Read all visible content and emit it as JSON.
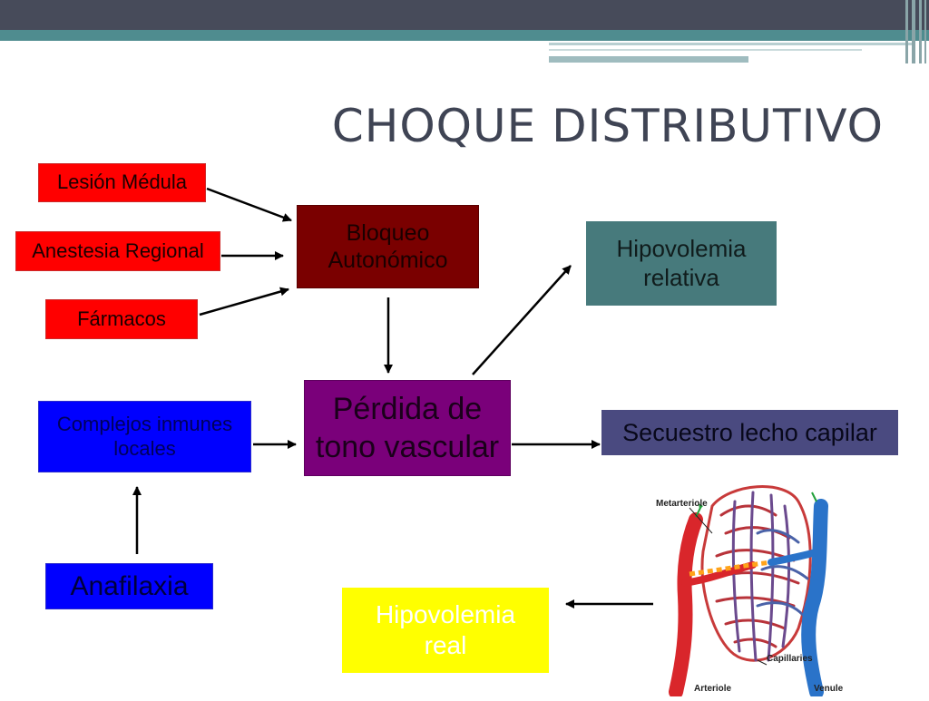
{
  "slide": {
    "title": "CHOQUE DISTRIBUTIVO"
  },
  "nodes": {
    "lesion_medula": "Lesión Médula",
    "anestesia_regional": "Anestesia Regional",
    "farmacos": "Fármacos",
    "bloqueo_autonomico": "Bloqueo\nAutonómico",
    "perdida_tono": "Pérdida de\ntono vascular",
    "hipovolemia_relativa": "Hipovolemia\nrelativa",
    "secuestro": "Secuestro lecho capilar",
    "complejos": "Complejos inmunes\nlocales",
    "anafilaxia": "Anafilaxia",
    "hipovolemia_real": "Hipovolemia\nreal"
  },
  "illustration": {
    "labels": {
      "metarteriole": "Metarteriole",
      "capillaries": "Capillaries",
      "arteriole": "Arteriole",
      "venule": "Venule"
    }
  },
  "colors": {
    "red": "#ff0000",
    "dark_red": "#7a0000",
    "teal": "#477a7c",
    "purple": "#7a007a",
    "slate": "#4a4a80",
    "blue": "#0000ff",
    "yellow": "#ffff00"
  }
}
